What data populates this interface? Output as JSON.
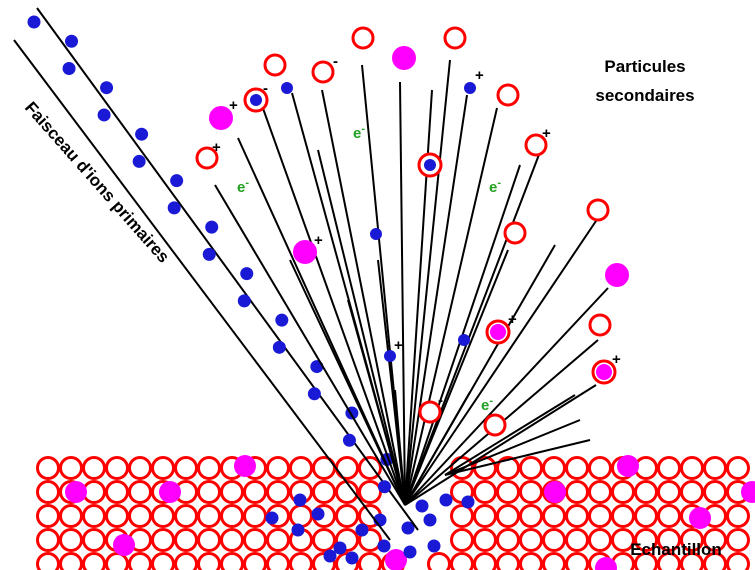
{
  "labels": {
    "beam": "Faisceau d'ions primaires",
    "secondary_line1": "Particules",
    "secondary_line2": "secondaires",
    "sample": "Echantillon"
  },
  "symbols": {
    "plus": "+",
    "minus": "-",
    "electron": "e",
    "electron_sup": "-"
  },
  "colors": {
    "atom": "#ff0000",
    "ion": "#1a1ad6",
    "impurity": "#ff00ff",
    "electron": "#22a022",
    "line": "#000000"
  }
}
